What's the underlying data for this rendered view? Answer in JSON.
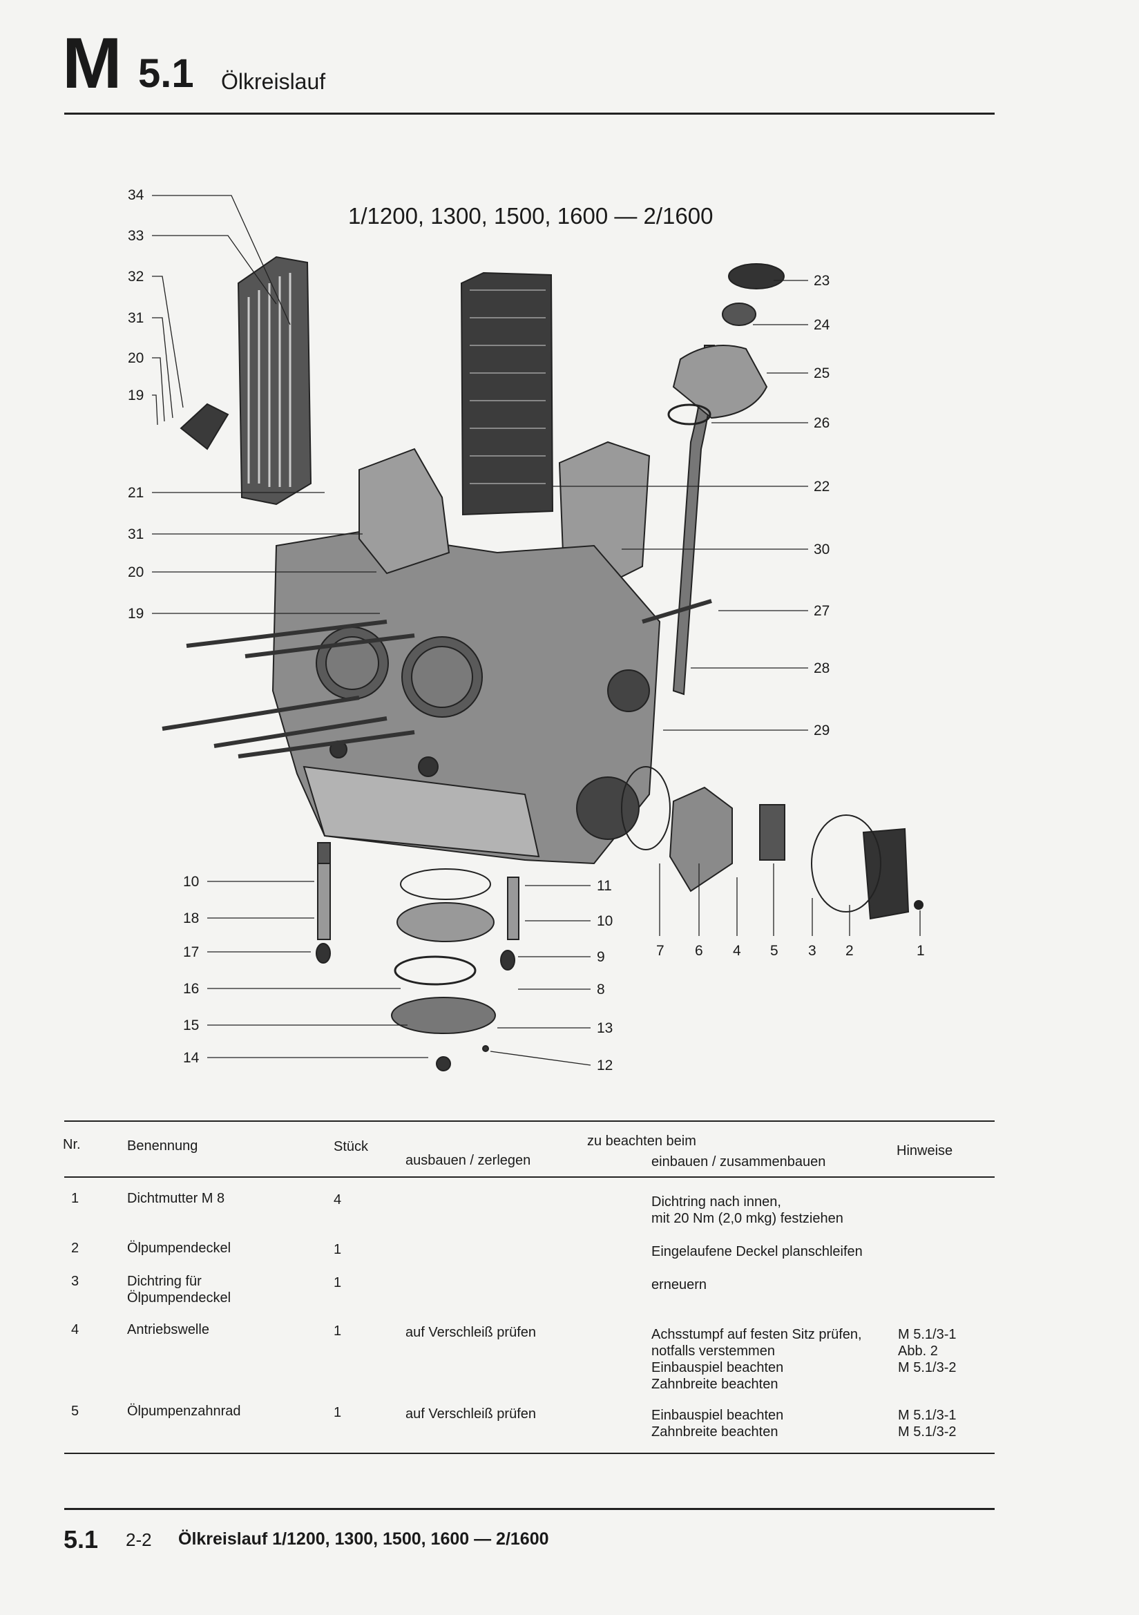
{
  "header": {
    "letter": "M",
    "number": "5.1",
    "title": "Ölkreislauf"
  },
  "diagram": {
    "title": "1/1200, 1300, 1500, 1600 — 2/1600",
    "callouts_left": [
      "34",
      "33",
      "32",
      "31",
      "20",
      "19",
      "21",
      "31",
      "20",
      "19"
    ],
    "callouts_right": [
      "23",
      "24",
      "25",
      "26",
      "22",
      "30",
      "27",
      "28",
      "29"
    ],
    "callouts_lower_left": [
      "10",
      "18",
      "17",
      "16",
      "15",
      "14"
    ],
    "callouts_lower_mid": [
      "11",
      "10",
      "9",
      "8",
      "13",
      "12"
    ],
    "callouts_bottom": [
      "7",
      "6",
      "4",
      "5",
      "3",
      "2",
      "1"
    ]
  },
  "table": {
    "headers": {
      "nr": "Nr.",
      "name": "Benennung",
      "qty": "Stück",
      "group": "zu beachten beim",
      "remove": "ausbauen / zerlegen",
      "install": "einbauen / zusammenbauen",
      "notes": "Hinweise"
    },
    "rows": [
      {
        "nr": "1",
        "name": [
          "Dichtmutter M 8"
        ],
        "qty": "4",
        "remove": [],
        "install": [
          "Dichtring nach innen,",
          "mit 20 Nm (2,0 mkg) festziehen"
        ],
        "notes": []
      },
      {
        "nr": "2",
        "name": [
          "Ölpumpendeckel"
        ],
        "qty": "1",
        "remove": [],
        "install": [
          "Eingelaufene Deckel planschleifen"
        ],
        "notes": []
      },
      {
        "nr": "3",
        "name": [
          "Dichtring für",
          "Ölpumpendeckel"
        ],
        "qty": "1",
        "remove": [],
        "install": [
          "erneuern"
        ],
        "notes": []
      },
      {
        "nr": "4",
        "name": [
          "Antriebswelle"
        ],
        "qty": "1",
        "remove": [
          "auf Verschleiß prüfen"
        ],
        "install": [
          "Achsstumpf auf festen Sitz prüfen,",
          "notfalls verstemmen",
          "Einbauspiel beachten",
          "Zahnbreite beachten"
        ],
        "notes": [
          "M 5.1/3-1",
          "Abb. 2",
          "M 5.1/3-2",
          ""
        ]
      },
      {
        "nr": "5",
        "name": [
          "Ölpumpenzahnrad"
        ],
        "qty": "1",
        "remove": [
          "auf Verschleiß prüfen"
        ],
        "install": [
          "Einbauspiel beachten",
          "Zahnbreite beachten"
        ],
        "notes": [
          "M 5.1/3-1",
          "M 5.1/3-2"
        ]
      }
    ]
  },
  "footer": {
    "section": "5.1",
    "page": "2-2",
    "title": "Ölkreislauf 1/1200, 1300, 1500, 1600 — 2/1600"
  }
}
